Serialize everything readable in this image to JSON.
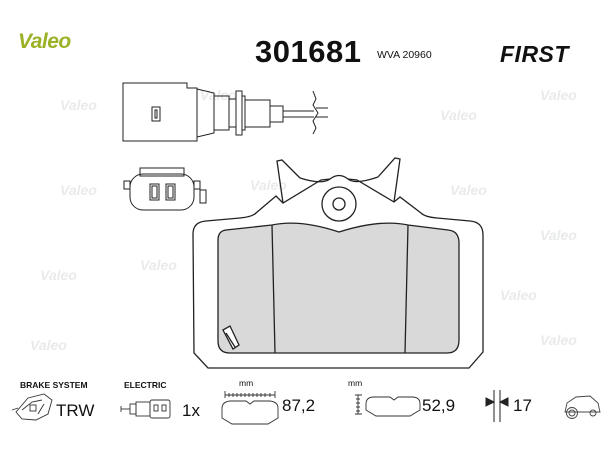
{
  "header": {
    "logo": "Valeo",
    "part_number": "301681",
    "wva_label": "WVA",
    "wva_value": "20960",
    "range_brand": "FIRST"
  },
  "watermark": "Valeo",
  "specs": {
    "brake_system": {
      "label": "BRAKE SYSTEM",
      "value": "TRW",
      "icon": "brake-caliper-icon"
    },
    "electric": {
      "label": "ELECTRIC",
      "value": "1x",
      "icon": "wear-sensor-icon"
    },
    "width": {
      "unit": "mm",
      "value": "87,2",
      "icon": "pad-width-icon"
    },
    "height": {
      "unit": "mm",
      "value": "52,9",
      "icon": "pad-height-icon"
    },
    "thickness": {
      "value": "17",
      "icon": "thickness-icon"
    },
    "axle": {
      "icon": "rear-axle-car-icon"
    }
  },
  "colors": {
    "logo": "#9bb227",
    "pad_fill": "#d9d9d9",
    "outline": "#222222"
  }
}
